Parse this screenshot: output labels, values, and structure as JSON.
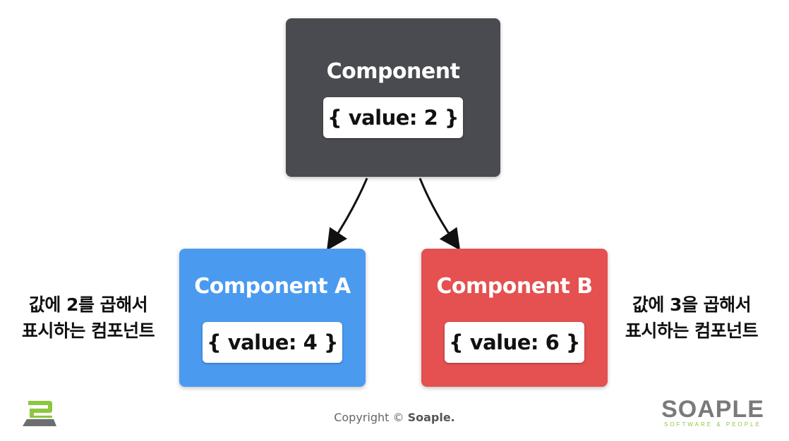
{
  "diagram": {
    "parent": {
      "title": "Component",
      "value_text": "{ value: 2 }",
      "color": "#4a4b50"
    },
    "child_a": {
      "title": "Component A",
      "value_text": "{ value: 4 }",
      "color": "#4a9af0"
    },
    "child_b": {
      "title": "Component B",
      "value_text": "{ value: 6 }",
      "color": "#e55050"
    },
    "note_a": {
      "line1": "값에 2를 곱해서",
      "line2": "표시하는 컴포넌트"
    },
    "note_b": {
      "line1": "값에 3을 곱해서",
      "line2": "표시하는 컴포넌트"
    }
  },
  "footer": {
    "copyright_prefix": "Copyright ©",
    "copyright_brand": "Soaple.",
    "brand_name": "SOAPLE",
    "brand_tagline": "SOFTWARE & PEOPLE",
    "brand_accent": "#8dc63f"
  }
}
